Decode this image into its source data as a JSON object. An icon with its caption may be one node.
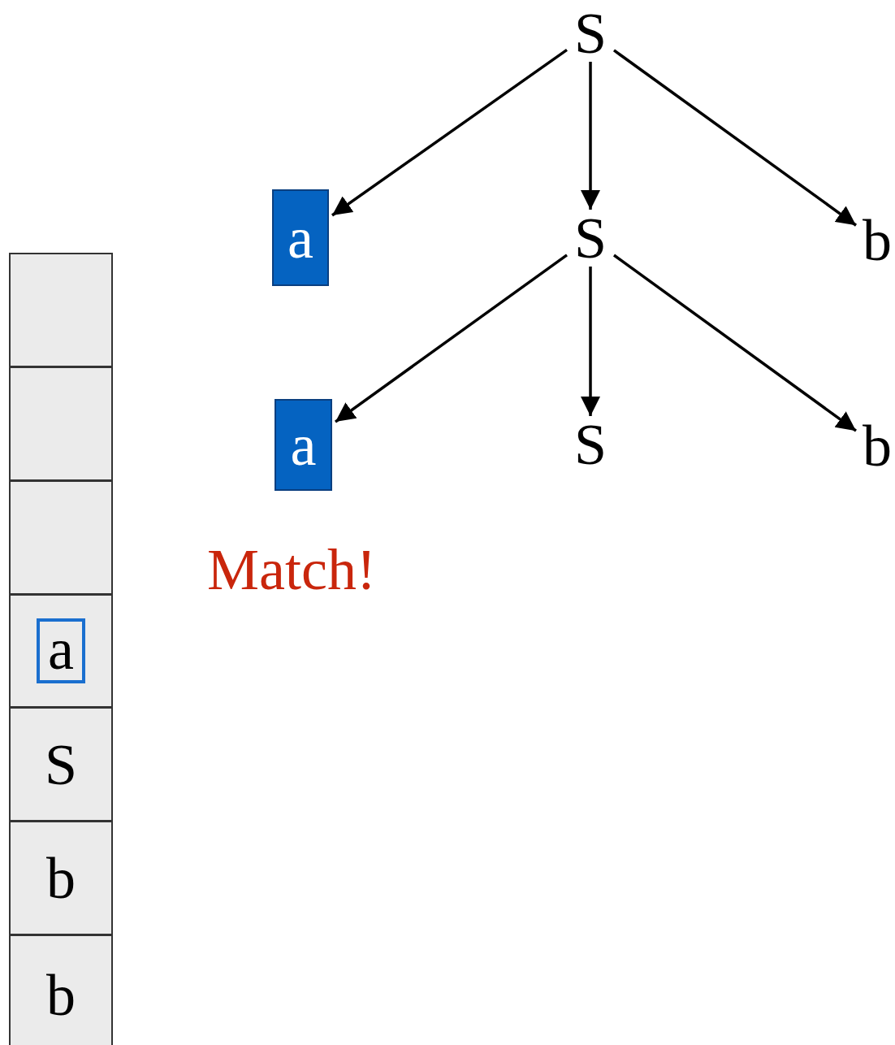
{
  "diagram": {
    "nodes": [
      {
        "text": [
          "S"
        ]
      },
      {
        "text": [
          "a"
        ]
      },
      {
        "text": [
          "S"
        ]
      },
      {
        "text": [
          "b"
        ]
      },
      {
        "text": [
          "a"
        ]
      },
      {
        "text": [
          "S"
        ]
      },
      {
        "text": [
          "b"
        ]
      },
      {
        "text": [],
        "shape": "box"
      },
      {
        "text": [],
        "shape": "box"
      },
      {
        "text": [],
        "shape": "box"
      },
      {
        "text": [
          "a"
        ]
      },
      {
        "text": [
          "S"
        ]
      },
      {
        "text": [
          "b"
        ]
      },
      {
        "text": [
          "b"
        ]
      }
    ],
    "edges": [
      {
        "from": 0,
        "to": 1,
        "arrow": "to"
      },
      {
        "from": 0,
        "to": 2,
        "arrow": "to"
      },
      {
        "from": 0,
        "to": 3,
        "arrow": "to"
      },
      {
        "from": 2,
        "to": 4,
        "arrow": "to"
      },
      {
        "from": 2,
        "to": 5,
        "arrow": "to"
      },
      {
        "from": 2,
        "to": 6,
        "arrow": "to"
      }
    ],
    "labels": [
      "Match!"
    ]
  }
}
